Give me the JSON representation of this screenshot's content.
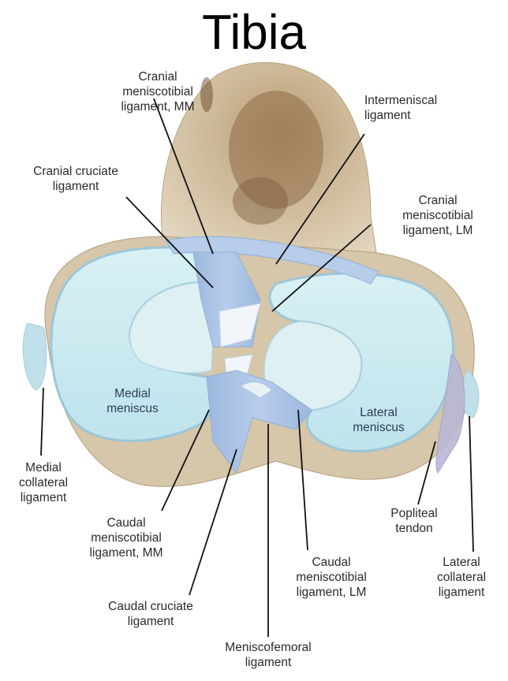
{
  "title": "Tibia",
  "colors": {
    "bone": "#d9cbb0",
    "bone_shadow": "#7a5a3c",
    "meniscus": "#c9e9ee",
    "meniscus_edge": "#a9cfe0",
    "ligament": "#aac2e4",
    "leader_line": "#111111"
  },
  "labels": {
    "cranial_meniscotibial_mm": "Cranial\nmeniscotibial\nligament, MM",
    "intermeniscal": "Intermeniscal\nligament",
    "cranial_cruciate": "Cranial cruciate\nligament",
    "cranial_meniscotibial_lm": "Cranial\nmeniscotibial\nligament, LM",
    "medial_meniscus": "Medial\nmeniscus",
    "lateral_meniscus": "Lateral\nmeniscus",
    "medial_collateral": "Medial\ncollateral\nligament",
    "caudal_meniscotibial_mm": "Caudal\nmeniscotibial\nligament, MM",
    "popliteal_tendon": "Popliteal\ntendon",
    "caudal_meniscotibial_lm": "Caudal\nmeniscotibial\nligament, LM",
    "lateral_collateral": "Lateral\ncollateral\nligament",
    "caudal_cruciate": "Caudal cruciate\nligament",
    "meniscofemoral": "Meniscofemoral\nligament"
  }
}
